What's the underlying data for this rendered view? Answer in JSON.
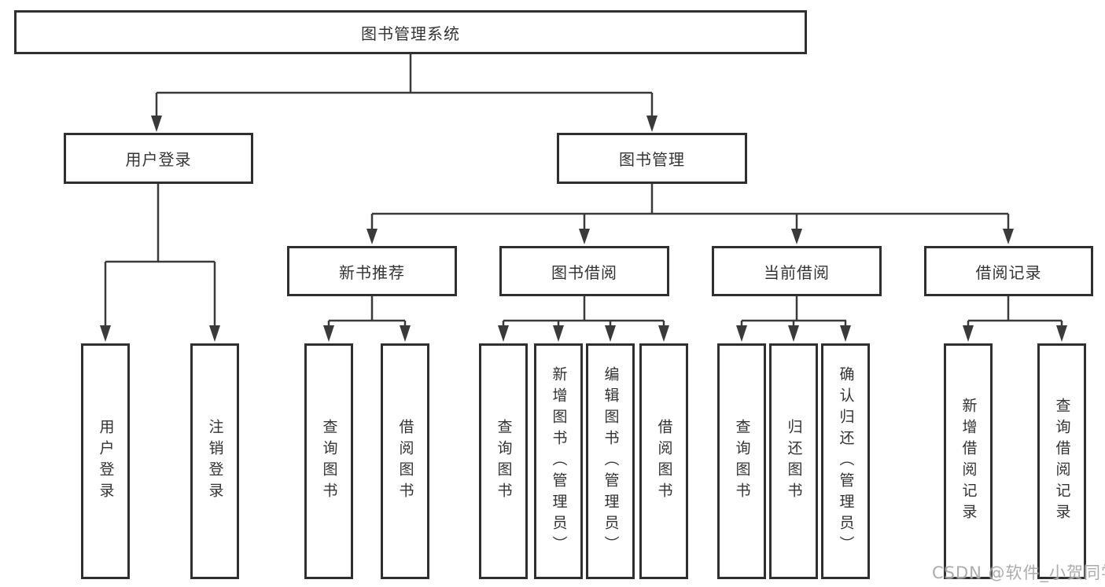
{
  "diagram": {
    "title": "图书管理系统",
    "watermark": "CSDN @软件_小贺同学",
    "colors": {
      "background": "#ffffff",
      "box_fill": "#ffffff",
      "box_border": "#2f2f2f",
      "line": "#3a3a3a",
      "text": "#333333",
      "watermark": "#9e9e9e"
    },
    "nodes": {
      "root": {
        "label": "图书管理系统"
      },
      "user_login": {
        "label": "用户登录"
      },
      "book_mgmt": {
        "label": "图书管理"
      },
      "new_book_rec": {
        "label": "新书推荐"
      },
      "book_borrow": {
        "label": "图书借阅"
      },
      "current_borrow": {
        "label": "当前借阅"
      },
      "borrow_records": {
        "label": "借阅记录"
      },
      "leaf_user_login": {
        "label": "用户登录"
      },
      "leaf_logout": {
        "label": "注销登录"
      },
      "leaf_query_books_rec": {
        "label": "查询图书"
      },
      "leaf_borrow_books_rec": {
        "label": "借阅图书"
      },
      "leaf_query_books_bb": {
        "label": "查询图书"
      },
      "leaf_add_books": {
        "label": "新增图书（管理员）"
      },
      "leaf_edit_books": {
        "label": "编辑图书（管理员）"
      },
      "leaf_borrow_books_bb": {
        "label": "借阅图书"
      },
      "leaf_query_books_cb": {
        "label": "查询图书"
      },
      "leaf_return_books": {
        "label": "归还图书"
      },
      "leaf_confirm_return": {
        "label": "确认归还（管理员）"
      },
      "leaf_add_borrow_record": {
        "label": "新增借阅记录"
      },
      "leaf_query_borrow_record": {
        "label": "查询借阅记录"
      }
    },
    "hierarchy": [
      {
        "parent": "图书管理系统",
        "children": [
          "用户登录",
          "图书管理"
        ]
      },
      {
        "parent": "用户登录",
        "children": [
          "用户登录",
          "注销登录"
        ]
      },
      {
        "parent": "图书管理",
        "children": [
          "新书推荐",
          "图书借阅",
          "当前借阅",
          "借阅记录"
        ]
      },
      {
        "parent": "新书推荐",
        "children": [
          "查询图书",
          "借阅图书"
        ]
      },
      {
        "parent": "图书借阅",
        "children": [
          "查询图书",
          "新增图书（管理员）",
          "编辑图书（管理员）",
          "借阅图书"
        ]
      },
      {
        "parent": "当前借阅",
        "children": [
          "查询图书",
          "归还图书",
          "确认归还（管理员）"
        ]
      },
      {
        "parent": "借阅记录",
        "children": [
          "新增借阅记录",
          "查询借阅记录"
        ]
      }
    ]
  }
}
